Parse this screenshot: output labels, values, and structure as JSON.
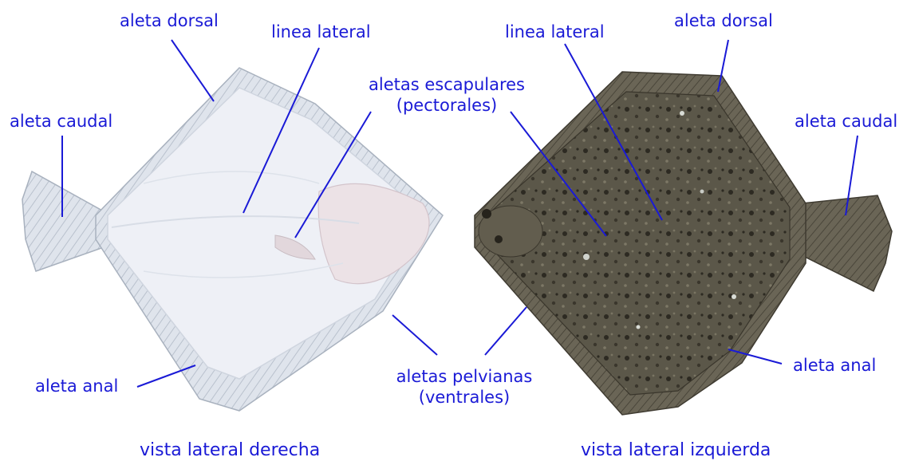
{
  "colors": {
    "label": "#1a1ad6",
    "light_fish_body": "#eef0f6",
    "light_fish_fin": "#d5dbe4",
    "dark_fish_body": "#5a5648",
    "dark_fish_spots": "#2e2b24"
  },
  "left_fish": {
    "labels": {
      "dorsal": "aleta dorsal",
      "lateral": "linea lateral",
      "caudal": "aleta caudal",
      "pectoral_1": "aletas escapulares",
      "pectoral_2": "(pectorales)",
      "anal": "aleta anal"
    },
    "caption": "vista lateral derecha"
  },
  "right_fish": {
    "labels": {
      "lateral": "linea lateral",
      "dorsal": "aleta dorsal",
      "caudal": "aleta caudal",
      "anal": "aleta anal"
    },
    "caption": "vista lateral izquierda"
  },
  "shared": {
    "pelvic_1": "aletas pelvianas",
    "pelvic_2": "(ventrales)"
  }
}
